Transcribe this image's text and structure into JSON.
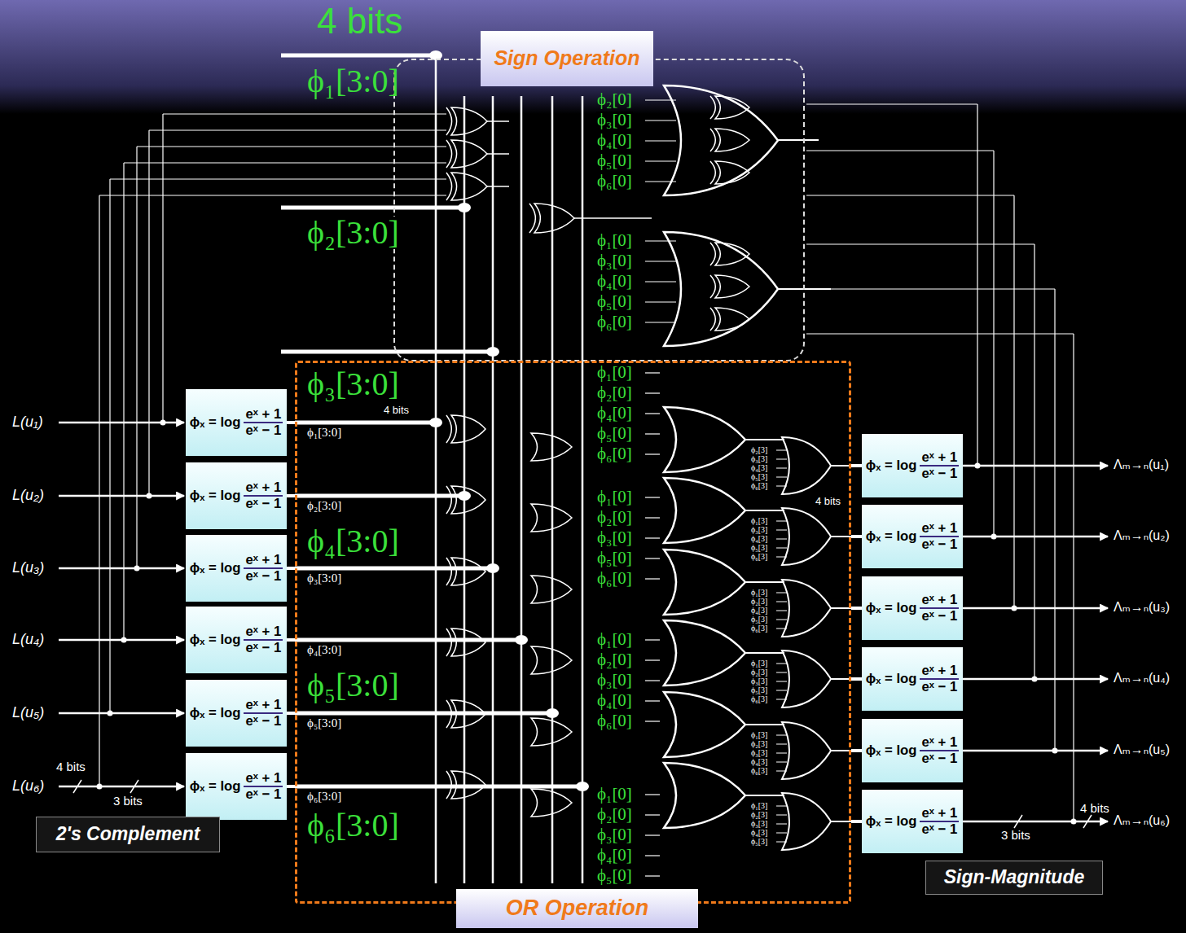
{
  "diagram": {
    "nodes": [
      {
        "text": [
          "Sign Operation"
        ]
      },
      {
        "text": [
          "OR Operation"
        ]
      },
      {
        "text": [
          "ϕₓ = log",
          "eˣ + 1",
          "eˣ − 1"
        ]
      },
      {
        "text": [
          "ϕₓ = log",
          "eˣ + 1",
          "eˣ − 1"
        ]
      },
      {
        "text": [
          "ϕₓ = log",
          "eˣ + 1",
          "eˣ − 1"
        ]
      },
      {
        "text": [
          "ϕₓ = log",
          "eˣ + 1",
          "eˣ − 1"
        ]
      },
      {
        "text": [
          "ϕₓ = log",
          "eˣ + 1",
          "eˣ − 1"
        ]
      },
      {
        "text": [
          "ϕₓ = log",
          "eˣ + 1",
          "eˣ − 1"
        ]
      },
      {
        "text": [
          "ϕₓ = log",
          "eˣ + 1",
          "eˣ − 1"
        ]
      },
      {
        "text": [
          "ϕₓ = log",
          "eˣ + 1",
          "eˣ − 1"
        ]
      },
      {
        "text": [
          "ϕₓ = log",
          "eˣ + 1",
          "eˣ − 1"
        ]
      },
      {
        "text": [
          "ϕₓ = log",
          "eˣ + 1",
          "eˣ − 1"
        ]
      },
      {
        "text": [
          "ϕₓ = log",
          "eˣ + 1",
          "eˣ − 1"
        ]
      },
      {
        "text": [
          "ϕₓ = log",
          "eˣ + 1",
          "eˣ − 1"
        ]
      },
      {
        "text": [
          "2's Complement"
        ]
      },
      {
        "text": [
          "Sign-Magnitude"
        ]
      }
    ],
    "edges": [
      {
        "from": 2,
        "to": 1,
        "arrow": "none"
      },
      {
        "from": 3,
        "to": 1,
        "arrow": "none"
      },
      {
        "from": 4,
        "to": 1,
        "arrow": "none"
      },
      {
        "from": 5,
        "to": 1,
        "arrow": "none"
      },
      {
        "from": 6,
        "to": 1,
        "arrow": "none"
      },
      {
        "from": 7,
        "to": 1,
        "arrow": "none"
      },
      {
        "from": 1,
        "to": 8,
        "arrow": "none"
      },
      {
        "from": 1,
        "to": 9,
        "arrow": "none"
      },
      {
        "from": 1,
        "to": 10,
        "arrow": "none"
      },
      {
        "from": 1,
        "to": 11,
        "arrow": "none"
      },
      {
        "from": 1,
        "to": 12,
        "arrow": "none"
      },
      {
        "from": 1,
        "to": 13,
        "arrow": "none"
      }
    ],
    "labels": [
      "4 bits",
      "ϕ₁[3:0]",
      "ϕ₂[3:0]",
      "ϕ₃[3:0]",
      "ϕ₄[3:0]",
      "ϕ₅[3:0]",
      "ϕ₆[3:0]",
      "ϕ₂[0]",
      "ϕ₃[0]",
      "ϕ₄[0]",
      "ϕ₅[0]",
      "ϕ₆[0]",
      "ϕ₁[0]",
      "ϕ₃[0]",
      "ϕ₄[0]",
      "ϕ₅[0]",
      "ϕ₆[0]",
      "ϕ₁[0]",
      "ϕ₂[0]",
      "ϕ₄[0]",
      "ϕ₅[0]",
      "ϕ₆[0]",
      "ϕ₁[0]",
      "ϕ₂[0]",
      "ϕ₃[0]",
      "ϕ₅[0]",
      "ϕ₆[0]",
      "ϕ₁[0]",
      "ϕ₂[0]",
      "ϕ₃[0]",
      "ϕ₄[0]",
      "ϕ₆[0]",
      "ϕ₁[0]",
      "ϕ₂[0]",
      "ϕ₃[0]",
      "ϕ₄[0]",
      "ϕ₅[0]",
      "L(u₁)",
      "L(u₂)",
      "L(u₃)",
      "L(u₄)",
      "L(u₅)",
      "L(u₆)",
      "Λₘ→ₙ(u₁)",
      "Λₘ→ₙ(u₂)",
      "Λₘ→ₙ(u₃)",
      "Λₘ→ₙ(u₄)",
      "Λₘ→ₙ(u₅)",
      "Λₘ→ₙ(u₆)",
      "4 bits",
      "3 bits",
      "4 bits",
      "3 bits",
      "4 bits",
      "4 bits",
      "ϕ₁[3:0]",
      "ϕ₂[3:0]",
      "ϕ₃[3:0]",
      "ϕ₄[3:0]",
      "ϕ₅[3:0]",
      "ϕ₆[3:0]",
      "ϕ₂[3]",
      "ϕ₃[3]",
      "ϕ₄[3]",
      "ϕ₅[3]",
      "ϕ₆[3]",
      "ϕ₁[3]",
      "ϕ₃[3]",
      "ϕ₄[3]",
      "ϕ₅[3]",
      "ϕ₆[3]",
      "ϕ₁[3]",
      "ϕ₂[3]",
      "ϕ₄[3]",
      "ϕ₅[3]",
      "ϕ₆[3]",
      "ϕ₁[3]",
      "ϕ₂[3]",
      "ϕ₃[3]",
      "ϕ₅[3]",
      "ϕ₆[3]",
      "ϕ₁[3]",
      "ϕ₂[3]",
      "ϕ₃[3]",
      "ϕ₄[3]",
      "ϕ₆[3]",
      "ϕ₁[3]",
      "ϕ₂[3]",
      "ϕ₃[3]",
      "ϕ₄[3]",
      "ϕ₅[3]"
    ]
  }
}
